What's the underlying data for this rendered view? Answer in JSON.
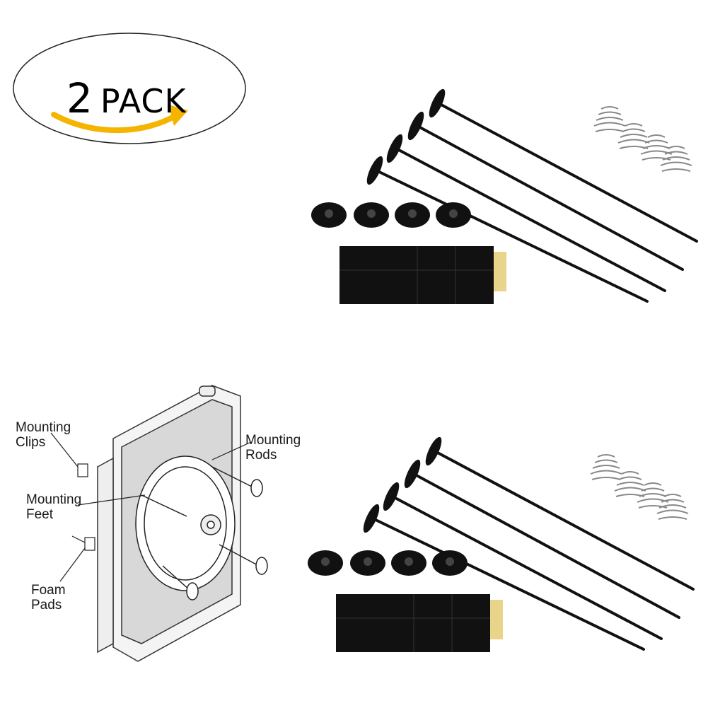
{
  "badge": {
    "number": "2",
    "text": "PACK"
  },
  "colors": {
    "accent": "#f5b400",
    "parts": "#111111"
  },
  "diagram": {
    "labels": {
      "mounting_clips": "Mounting\nClips",
      "mounting_feet": "Mounting\nFeet",
      "foam_pads": "Foam\nPads",
      "mounting_rods": "Mounting\nRods"
    }
  }
}
